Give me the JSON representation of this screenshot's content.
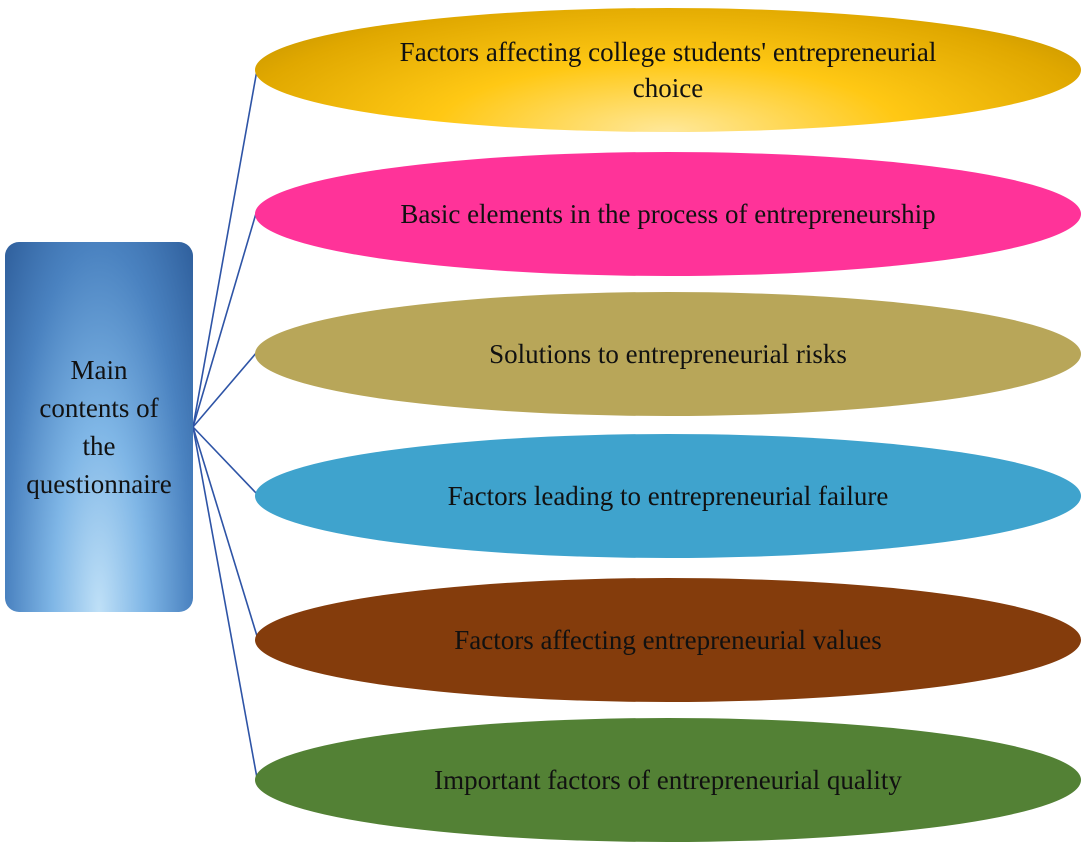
{
  "root": {
    "label_lines": [
      "Main",
      "contents of",
      "the",
      "questionnaire"
    ]
  },
  "items": [
    {
      "lines": [
        "Factors affecting college students' entrepreneurial",
        "choice"
      ]
    },
    {
      "lines": [
        "Basic elements in the process of entrepreneurship"
      ]
    },
    {
      "lines": [
        "Solutions to entrepreneurial risks"
      ]
    },
    {
      "lines": [
        "Factors leading to entrepreneurial failure"
      ]
    },
    {
      "lines": [
        "Factors affecting entrepreneurial values"
      ]
    },
    {
      "lines": [
        "Important factors of entrepreneurial quality"
      ]
    }
  ],
  "colors": {
    "connector": "#2e54a6",
    "item_0": "#ffc814",
    "item_1": "#ff3399",
    "item_2": "#b8a659",
    "item_3": "#3fa3cd",
    "item_4": "#843c0c",
    "item_5": "#538135",
    "root": "#4a82c0"
  }
}
